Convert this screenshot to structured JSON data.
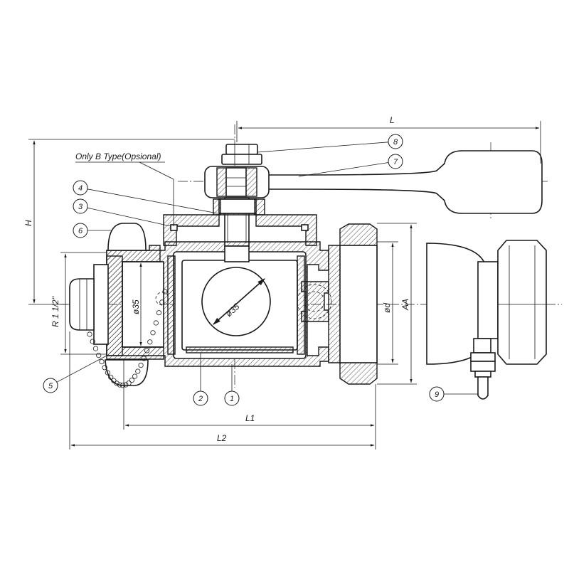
{
  "note": "Only B Type(Opsional)",
  "dimensions": {
    "L": "L",
    "H": "H",
    "L1": "L1",
    "L2": "L2",
    "thread": "R 1 1/2\"",
    "bore_left": "ø35",
    "ball": "ø35",
    "d": "ød",
    "AA": "AA"
  },
  "balloons": [
    "1",
    "2",
    "3",
    "4",
    "5",
    "6",
    "7",
    "8",
    "9"
  ]
}
